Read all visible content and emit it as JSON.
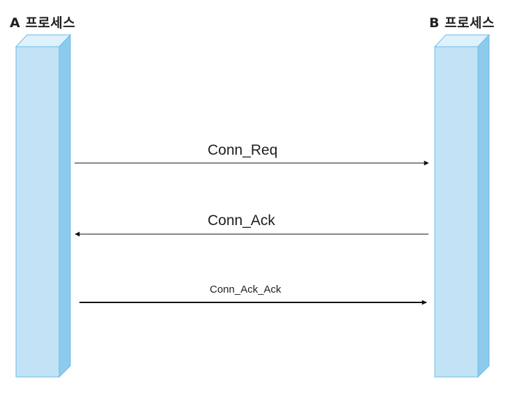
{
  "diagram": {
    "type": "sequence",
    "processes": [
      {
        "id": "A",
        "label": "A 프로세스"
      },
      {
        "id": "B",
        "label": "B 프로세스"
      }
    ],
    "messages": [
      {
        "label": "Conn_Req",
        "from": "A",
        "to": "B"
      },
      {
        "label": "Conn_Ack",
        "from": "B",
        "to": "A"
      },
      {
        "label": "Conn_Ack_Ack",
        "from": "A",
        "to": "B"
      }
    ],
    "colors": {
      "bar_front": "#c2e3f6",
      "bar_top": "#dff1fb",
      "bar_side": "#8ccbee",
      "bar_edge": "#6cbbe6",
      "arrow": "#111111"
    }
  }
}
